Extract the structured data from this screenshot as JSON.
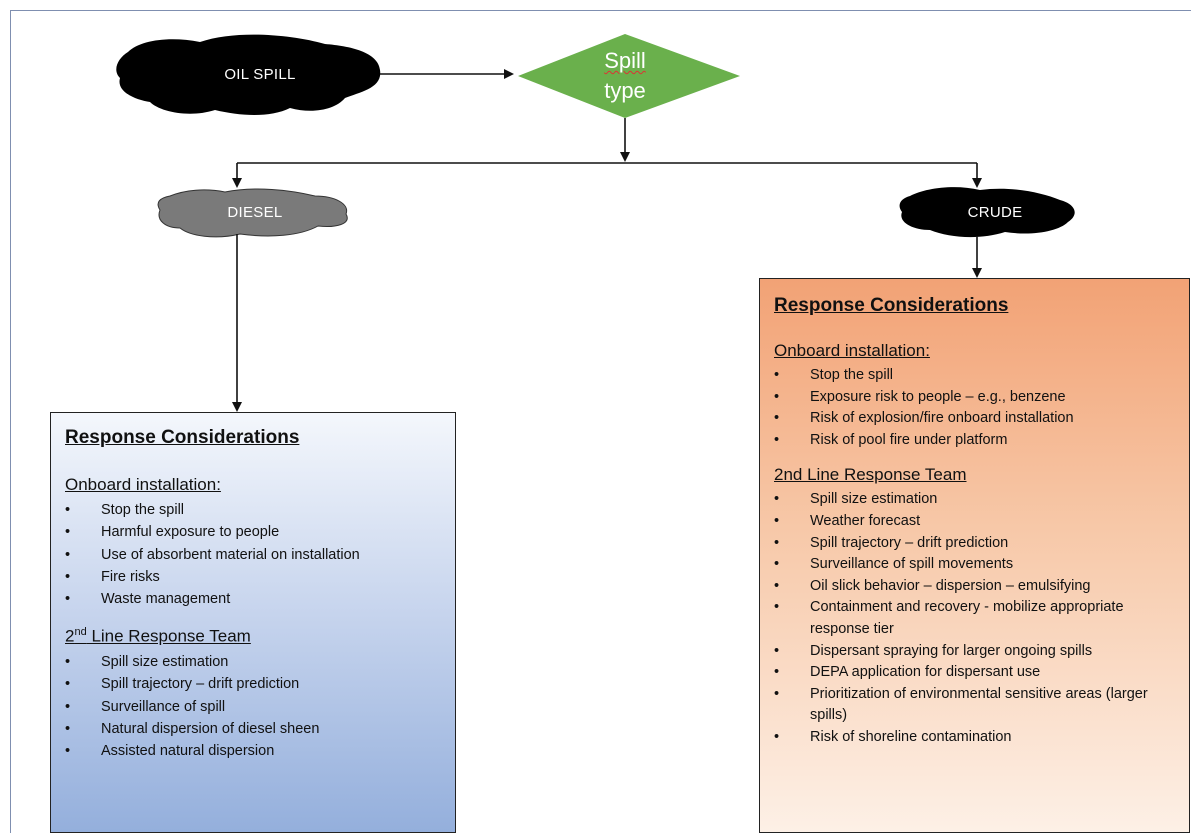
{
  "nodes": {
    "oil_spill": "OIL SPILL",
    "spill_type_line1": "Spill",
    "spill_type_line2": "type",
    "diesel": "DIESEL",
    "crude": "CRUDE"
  },
  "colors": {
    "oil_blob": "#000000",
    "diesel_blob": "#7a7a7a",
    "diamond": "#6ab04c",
    "left_box_gradient": [
      "#f4f7fc",
      "#94afdc"
    ],
    "right_box_gradient": [
      "#f2a275",
      "#fdf0e6"
    ]
  },
  "left_box": {
    "title": "Response Considerations",
    "section1_title": "Onboard installation:",
    "section1_items": [
      "Stop the spill",
      "Harmful exposure to people",
      "Use of absorbent material on installation",
      "Fire risks",
      "Waste management"
    ],
    "section2_title_pre": "2",
    "section2_title_sup": "nd",
    "section2_title_post": " Line Response Team",
    "section2_items": [
      "Spill size estimation",
      "Spill trajectory – drift prediction",
      "Surveillance of spill",
      "Natural dispersion of diesel sheen",
      "Assisted natural dispersion"
    ]
  },
  "right_box": {
    "title": "Response Considerations",
    "section1_title": "Onboard installation:",
    "section1_items": [
      "Stop the spill",
      "Exposure risk to people – e.g., benzene",
      "Risk of explosion/fire onboard installation",
      "Risk of pool fire under platform"
    ],
    "section2_title": "2nd Line Response Team",
    "section2_items": [
      "Spill size estimation",
      "Weather forecast",
      "Spill trajectory – drift prediction",
      "Surveillance of spill movements",
      "Oil slick behavior – dispersion – emulsifying",
      "Containment and recovery  - mobilize appropriate response tier",
      "Dispersant spraying for larger ongoing spills",
      "DEPA application for dispersant use",
      "Prioritization of environmental sensitive areas (larger spills)",
      "Risk of shoreline contamination"
    ]
  }
}
